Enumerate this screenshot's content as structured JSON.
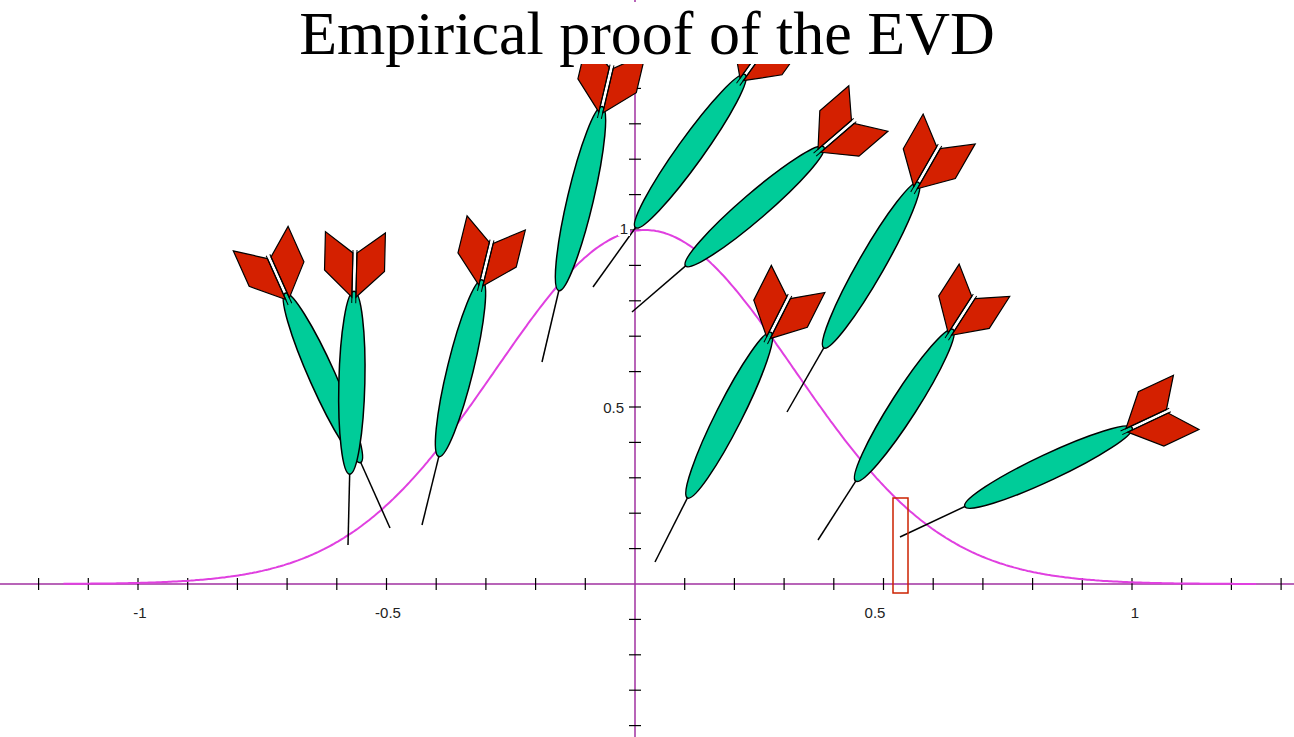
{
  "diagram": {
    "title": "Empirical proof of the EVD",
    "labels": [
      "-1",
      "-0.5",
      "0.5",
      "1",
      "0.5",
      "1"
    ]
  }
}
